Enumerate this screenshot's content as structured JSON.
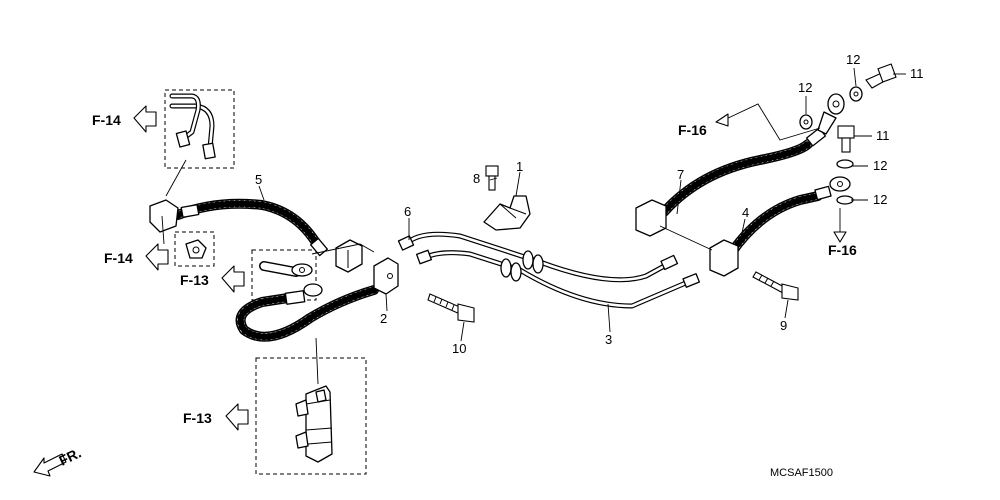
{
  "diagram": {
    "callouts": {
      "c1": "1",
      "c2": "2",
      "c3": "3",
      "c4": "4",
      "c5": "5",
      "c6": "6",
      "c7": "7",
      "c8": "8",
      "c9": "9",
      "c10": "10",
      "c11a": "11",
      "c11b": "11",
      "c12a": "12",
      "c12b": "12",
      "c12c": "12",
      "c12d": "12"
    },
    "refs": {
      "f14_top": "F-14",
      "f14_mid": "F-14",
      "f13_mid": "F-13",
      "f13_bot": "F-13",
      "f16_top": "F-16",
      "f16_bot": "F-16"
    },
    "front_label": "FR.",
    "part_code": "MCSAF1500"
  }
}
